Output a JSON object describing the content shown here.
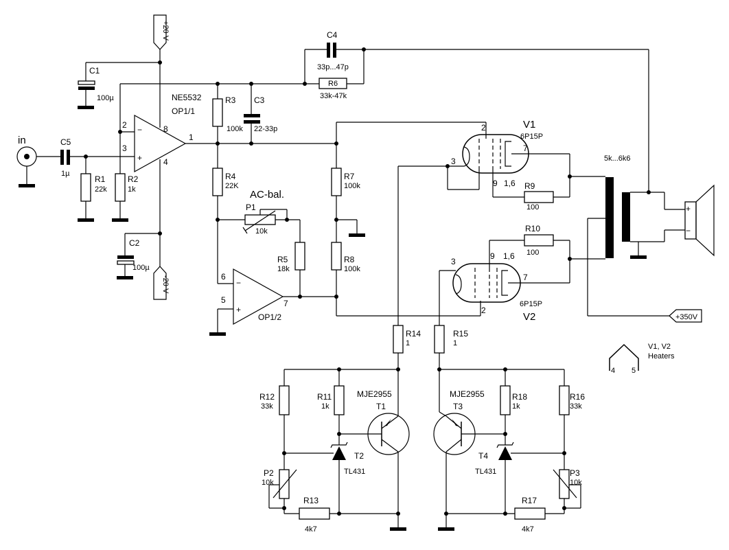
{
  "input": {
    "label": "in"
  },
  "supply": {
    "pos": "+20 V",
    "neg": "-20 V",
    "hv": "+350V"
  },
  "opamp": {
    "type": "NE5532",
    "u1": "OP1/1",
    "u2": "OP1/2",
    "pins": {
      "p1": "1",
      "p2": "2",
      "p3": "3",
      "p4": "4",
      "p5": "5",
      "p6": "6",
      "p7": "7",
      "p8": "8"
    },
    "minus": "−",
    "plus": "+"
  },
  "caps": {
    "c1": {
      "ref": "C1",
      "val": "100µ"
    },
    "c2": {
      "ref": "C2",
      "val": "100µ"
    },
    "c3": {
      "ref": "C3",
      "val": "22-33p"
    },
    "c4": {
      "ref": "C4",
      "val": "33p...47p"
    },
    "c5": {
      "ref": "C5",
      "val": "1µ"
    }
  },
  "resistors": {
    "r1": {
      "ref": "R1",
      "val": "22k"
    },
    "r2": {
      "ref": "R2",
      "val": "1k"
    },
    "r3": {
      "ref": "R3",
      "val": "100k"
    },
    "r4": {
      "ref": "R4",
      "val": "22K"
    },
    "r5": {
      "ref": "R5",
      "val": "18k"
    },
    "r6": {
      "ref": "R6",
      "val": "33k-47k"
    },
    "r7": {
      "ref": "R7",
      "val": "100k"
    },
    "r8": {
      "ref": "R8",
      "val": "100k"
    },
    "r9": {
      "ref": "R9",
      "val": "100"
    },
    "r10": {
      "ref": "R10",
      "val": "100"
    },
    "r11": {
      "ref": "R11",
      "val": "1k"
    },
    "r12": {
      "ref": "R12",
      "val": "33k"
    },
    "r13": {
      "ref": "R13",
      "val": "4k7"
    },
    "r14": {
      "ref": "R14",
      "val": "1"
    },
    "r15": {
      "ref": "R15",
      "val": "1"
    },
    "r16": {
      "ref": "R16",
      "val": "33k"
    },
    "r17": {
      "ref": "R17",
      "val": "4k7"
    },
    "r18": {
      "ref": "R18",
      "val": "1k"
    }
  },
  "pots": {
    "p1": {
      "ref": "P1",
      "val": "10k",
      "name": "AC-bal."
    },
    "p2": {
      "ref": "P2",
      "val": "10k"
    },
    "p3": {
      "ref": "P3",
      "val": "10k"
    }
  },
  "tubes": {
    "v1": {
      "ref": "V1",
      "type": "6P15P",
      "pin2": "2",
      "pin3": "3",
      "pin7": "7",
      "pin9": "9",
      "pin16": "1,6"
    },
    "v2": {
      "ref": "V2",
      "type": "6P15P",
      "pin2": "2",
      "pin3": "3",
      "pin7": "7",
      "pin9": "9",
      "pin16": "1,6"
    }
  },
  "transformer": {
    "impedance": "5k...6k6"
  },
  "speaker": {
    "plus": "+",
    "minus": "−"
  },
  "transistors": {
    "t1": {
      "ref": "T1",
      "type": "MJE2955"
    },
    "t3": {
      "ref": "T3",
      "type": "MJE2955"
    },
    "t2": {
      "ref": "T2",
      "type": "TL431"
    },
    "t4": {
      "ref": "T4",
      "type": "TL431"
    }
  },
  "heaters": {
    "title": "V1, V2",
    "label": "Heaters",
    "pin_a": "4",
    "pin_b": "5"
  }
}
